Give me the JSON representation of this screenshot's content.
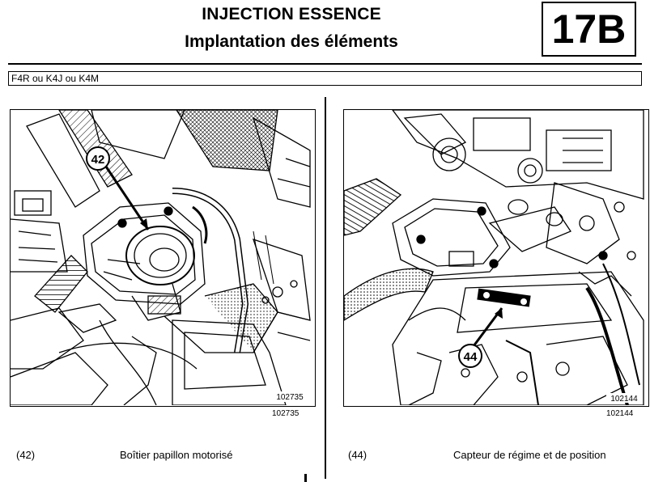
{
  "header": {
    "title": "INJECTION ESSENCE",
    "subtitle": "Implantation des éléments",
    "section_badge": "17B"
  },
  "engine_types": "F4R ou K4J ou K4M",
  "figures": [
    {
      "callout": "42",
      "inner_code": "102735",
      "outer_code": "102735",
      "legend_number": "(42)",
      "legend_label": "Boîtier papillon motorisé"
    },
    {
      "callout": "44",
      "inner_code": "102144",
      "outer_code": "102144",
      "legend_number": "(44)",
      "legend_label": "Capteur de régime et de position"
    }
  ]
}
